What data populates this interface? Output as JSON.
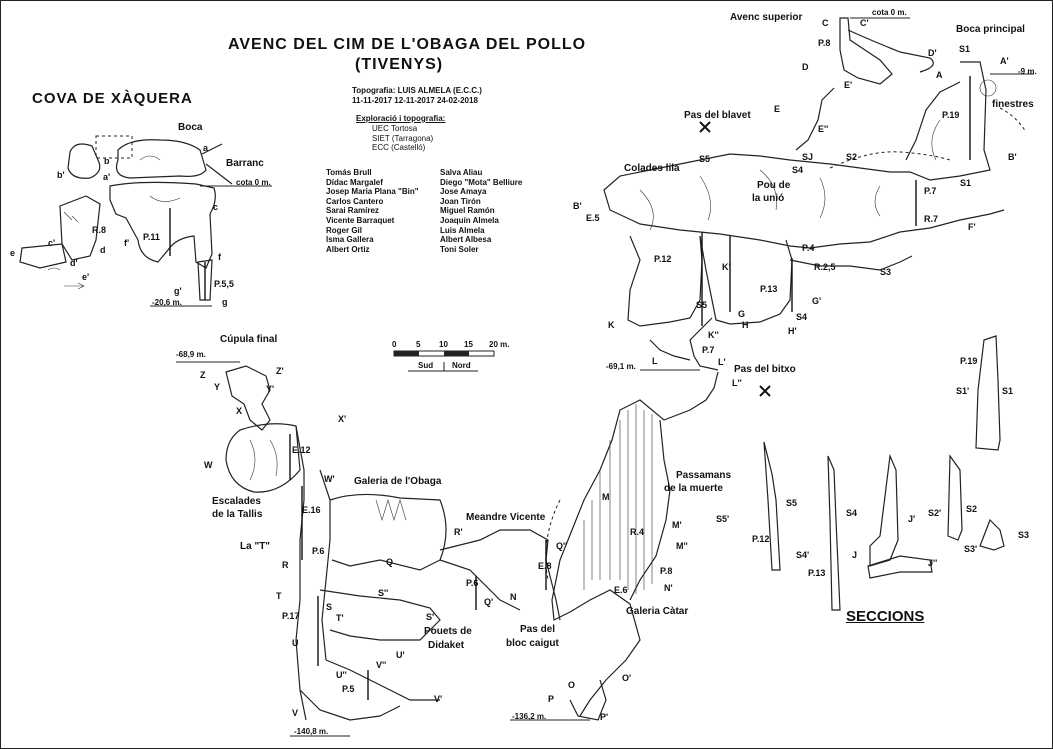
{
  "title": {
    "line1": "AVENC DEL CIM DE L'OBAGA DEL POLLO",
    "line2": "(TIVENYS)"
  },
  "cova_title": "COVA DE XÀQUERA",
  "topografia": {
    "line1": "Topografia:  LUIS  ALMELA  (E.C.C.)",
    "line2": "11-11-2017   12-11-2017   24-02-2018"
  },
  "exploracio": {
    "heading": "Exploració i topografia:",
    "groups": [
      "UEC Tortosa",
      "SIET (Tarragona)",
      "ECC (Castelló)"
    ]
  },
  "people": {
    "col1": [
      "Tomás Brull",
      "Dídac Margalef",
      "Josep Maria Plana \"Bin\"",
      "Carlos Cantero",
      "Sarai Ramírez",
      "Vicente Barraquet",
      "Roger Gil",
      "Isma Gallera",
      "Albert Ortiz"
    ],
    "col2": [
      "Salva Aliau",
      "Diego \"Mota\" Belliure",
      "Jose Amaya",
      "Joan Tirón",
      "Miguel Ramón",
      "Joaquín Almela",
      "Luis Almela",
      "Albert Albesa",
      "Toni Soler"
    ]
  },
  "scale": {
    "ticks": [
      "0",
      "5",
      "10",
      "15",
      "20 m."
    ],
    "sud": "Sud",
    "nord": "Nord"
  },
  "seccions_title": "SECCIONS",
  "levels": {
    "cota0_main": "cota 0 m.",
    "m9": "-9 m.",
    "m69": "-69,1 m.",
    "m68": "-68,9 m.",
    "m140": "-140,8 m.",
    "m136": "-136,2 m.",
    "cova_cota0": "cota 0 m.",
    "cova_m20": "-20,6 m."
  },
  "cova_labels": {
    "boca": "Boca",
    "barranc": "Barranc",
    "r8": "R.8",
    "p11": "P.11",
    "p55": "P.5,5",
    "a": "a",
    "a_p": "a'",
    "b": "b",
    "b_p": "b'",
    "c": "c",
    "c_p": "c'",
    "d": "d",
    "d_p": "d'",
    "e": "e",
    "e_p": "e'",
    "f": "f",
    "f_p": "f'",
    "g": "g",
    "g_p": "g'"
  },
  "places": {
    "avenc_superior": "Avenc superior",
    "boca_principal": "Boca principal",
    "finestres": "finestres",
    "pas_blavet": "Pas del blavet",
    "colades_lila": "Colades lila",
    "pou_unio_1": "Pou de",
    "pou_unio_2": "la unió",
    "pas_bitxo": "Pas del bitxo",
    "cupula_final": "Cúpula final",
    "galeria_obaga": "Galeria de l'Obaga",
    "meandre_vicente": "Meandre Vicente",
    "passamans_1": "Passamans",
    "passamans_2": "de la muerte",
    "escalades_1": "Escalades",
    "escalades_2": "de la Tallis",
    "la_t": "La \"T\"",
    "pouets_1": "Pouets de",
    "pouets_2": "Didaket",
    "pas_bloc_1": "Pas del",
    "pas_bloc_2": "bloc caigut",
    "galeria_catar": "Galeria Càtar"
  },
  "tags": {
    "p8": "P.8",
    "p19": "P.19",
    "p7": "P.7",
    "r7": "R.7",
    "p4": "P.4",
    "r25": "R.2,5",
    "p12": "P.12",
    "p13": "P.13",
    "e5": "E.5",
    "p7b": "P.7",
    "s5": "S5",
    "sj": "SJ",
    "s4": "S4",
    "s2": "S2",
    "s1": "S1",
    "s1b": "S1",
    "s3": "S3",
    "s5b": "S5",
    "s4b": "S4",
    "e12": "E.12",
    "e16": "E.16",
    "p6": "P.6",
    "p6b": "P.6",
    "p17": "P.17",
    "p5": "P.5",
    "e8": "E.8",
    "r4": "R.4",
    "e6": "E.6",
    "p8b": "P.8"
  },
  "letters": {
    "C": "C",
    "Cp": "C'",
    "Dp": "D'",
    "D": "D",
    "Ep": "E'",
    "E": "E",
    "Epp": "E''",
    "A": "A",
    "Ap": "A'",
    "Bp": "B'",
    "B": "B'",
    "Fp": "F'",
    "Gp": "G'",
    "G": "G",
    "Hp": "H'",
    "H": "H",
    "K": "K",
    "Kp": "K'",
    "Kpp": "K''",
    "L": "L",
    "Lp": "L'",
    "Lpp": "L''",
    "Z": "Z",
    "Zp": "Z'",
    "Y": "Y",
    "Yp": "Y'",
    "X": "X",
    "Xp": "X'",
    "W": "W",
    "Wp": "W'",
    "R": "R",
    "Rp": "R'",
    "T": "T",
    "Tp": "T'",
    "U": "U",
    "Up": "U'",
    "Upp": "U''",
    "S": "S",
    "Sp": "S'",
    "Spp": "S''",
    "Q": "Q",
    "Qp": "Q'",
    "Qpp": "Q''",
    "V": "V",
    "Vp": "V'",
    "Vpp": "V''",
    "N": "N",
    "Np": "N'",
    "M": "M",
    "Mp": "M'",
    "Mpp": "M''",
    "O": "O",
    "Op": "O'",
    "P": "P",
    "Pp": "P'"
  },
  "sections": {
    "p19": "P.19",
    "s1p": "S1'",
    "s1": "S1",
    "s5p": "S5'",
    "s5": "S5",
    "p12": "P.12",
    "s4": "S4",
    "s4p": "S4'",
    "p13": "P.13",
    "jp": "J'",
    "j": "J",
    "jpp": "J''",
    "s2p": "S2'",
    "s2": "S2",
    "s3": "S3",
    "s3p": "S3'"
  }
}
